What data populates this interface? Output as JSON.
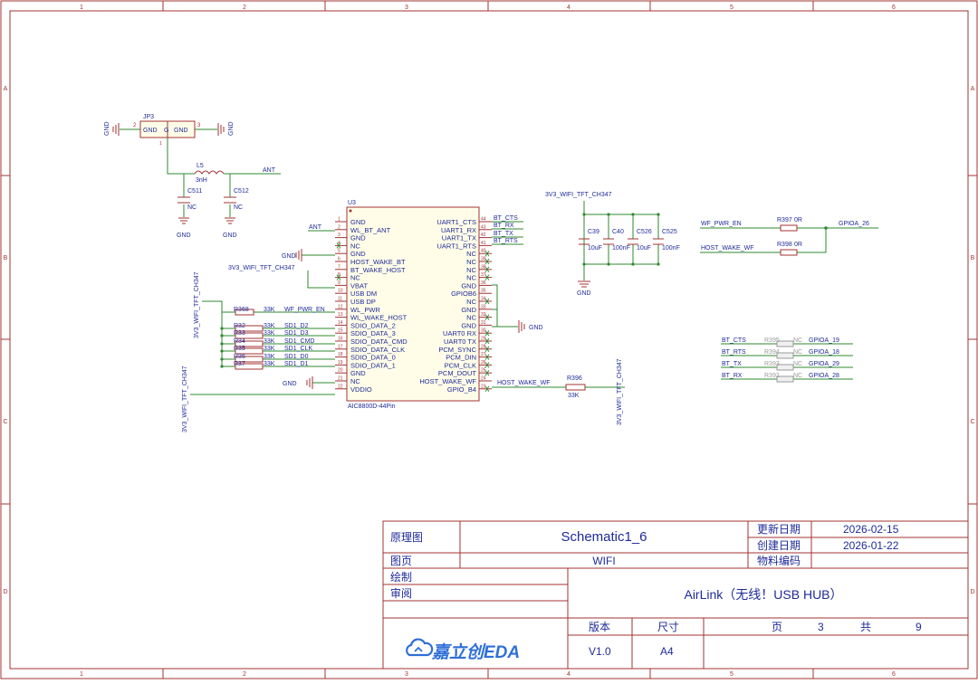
{
  "border": {
    "cols": [
      "1",
      "2",
      "3",
      "4",
      "5",
      "6"
    ],
    "rows": [
      "A",
      "B",
      "C",
      "D"
    ]
  },
  "jp3": {
    "ref": "JP3",
    "pin_left": "2",
    "pin_right": "3",
    "pin_bottom": "1",
    "left_label": "GND",
    "center_label": "G",
    "right_label": "GND",
    "gnd_left": "GND",
    "gnd_right": "GND"
  },
  "antenna": {
    "l5_ref": "L5",
    "l5_val": "3nH",
    "net": "ANT",
    "c511_ref": "C511",
    "c511_val": "NC",
    "c512_ref": "C512",
    "c512_val": "NC",
    "gnd": "GND"
  },
  "u3": {
    "ref": "U3",
    "part": "AIC8800D-44Pin",
    "left_pins": [
      {
        "num": "1",
        "name": "GND"
      },
      {
        "num": "2",
        "name": "WL_BT_ANT"
      },
      {
        "num": "3",
        "name": "GND"
      },
      {
        "num": "4",
        "name": "NC"
      },
      {
        "num": "5",
        "name": "GND"
      },
      {
        "num": "6",
        "name": "HOST_WAKE_BT"
      },
      {
        "num": "7",
        "name": "BT_WAKE_HOST"
      },
      {
        "num": "8",
        "name": "NC"
      },
      {
        "num": "9",
        "name": "VBAT"
      },
      {
        "num": "10",
        "name": "USB DM"
      },
      {
        "num": "11",
        "name": "USB DP"
      },
      {
        "num": "12",
        "name": "WL_PWR"
      },
      {
        "num": "13",
        "name": "WL_WAKE_HOST"
      },
      {
        "num": "14",
        "name": "SDIO_DATA_2"
      },
      {
        "num": "15",
        "name": "SDIO_DATA_3"
      },
      {
        "num": "16",
        "name": "SDIO_DATA_CMD"
      },
      {
        "num": "17",
        "name": "SDIO_DATA_CLK"
      },
      {
        "num": "18",
        "name": "SDIO_DATA_0"
      },
      {
        "num": "19",
        "name": "SDIO_DATA_1"
      },
      {
        "num": "20",
        "name": "GND"
      },
      {
        "num": "21",
        "name": "NC"
      },
      {
        "num": "22",
        "name": "VDDIO"
      }
    ],
    "right_pins": [
      {
        "num": "44",
        "name": "UART1_CTS"
      },
      {
        "num": "43",
        "name": "UART1_RX"
      },
      {
        "num": "42",
        "name": "UART1_TX"
      },
      {
        "num": "41",
        "name": "UART1_RTS"
      },
      {
        "num": "40",
        "name": "NC"
      },
      {
        "num": "39",
        "name": "NC"
      },
      {
        "num": "38",
        "name": "NC"
      },
      {
        "num": "37",
        "name": "NC"
      },
      {
        "num": "36",
        "name": "GND"
      },
      {
        "num": "35",
        "name": "GPIOB6"
      },
      {
        "num": "34",
        "name": "NC"
      },
      {
        "num": "33",
        "name": "GND"
      },
      {
        "num": "32",
        "name": "NC"
      },
      {
        "num": "31",
        "name": "GND"
      },
      {
        "num": "30",
        "name": "UART0 RX"
      },
      {
        "num": "29",
        "name": "UART0 TX"
      },
      {
        "num": "28",
        "name": "PCM_SYNC"
      },
      {
        "num": "27",
        "name": "PCM_DIN"
      },
      {
        "num": "26",
        "name": "PCM_CLK"
      },
      {
        "num": "25",
        "name": "PCM_DOUT"
      },
      {
        "num": "24",
        "name": "HOST_WAKE_WF"
      },
      {
        "num": "23",
        "name": "GPIO_B4"
      }
    ],
    "right_nets": [
      "BT_CTS",
      "BT_RX",
      "BT_TX",
      "BT_RTS"
    ]
  },
  "left_side": {
    "ant_net": "ANT",
    "gnd": "GND",
    "pwr_net": "3V3_WIFI_TFT_CH347",
    "pwr_vertical_1": "3V3_WIFI_TFT_CH347",
    "pwr_vertical_2": "3V3_WIFI_TFT_CH347",
    "r_pwr_ref": "R368",
    "r_pwr_val": "33K",
    "r_pwr_net": "WF_PWR_EN",
    "sd_resistors": [
      {
        "ref": "R32",
        "val": "33K",
        "net": "SD1_D2"
      },
      {
        "ref": "R33",
        "val": "33K",
        "net": "SD1_D3"
      },
      {
        "ref": "R34",
        "val": "33K",
        "net": "SD1_CMD"
      },
      {
        "ref": "R35",
        "val": "33K",
        "net": "SD1_CLK"
      },
      {
        "ref": "R36",
        "val": "33K",
        "net": "SD1_D0"
      },
      {
        "ref": "R37",
        "val": "33K",
        "net": "SD1_D1"
      }
    ]
  },
  "right_side": {
    "gnd": "GND",
    "host_wake_net": "HOST_WAKE_WF",
    "r396_ref": "R396",
    "r396_val": "33K",
    "pwr_vertical": "3V3_WIFI_TFT_CH347"
  },
  "caps": {
    "net": "3V3_WIFI_TFT_CH347",
    "gnd": "GND",
    "items": [
      {
        "ref": "C39",
        "val": "10uF"
      },
      {
        "ref": "C40",
        "val": "100nF"
      },
      {
        "ref": "C526",
        "val": "10uF"
      },
      {
        "ref": "C525",
        "val": "100nF"
      }
    ]
  },
  "gpio_block": {
    "r1_ref": "R397",
    "r1_val": "0R",
    "r1_net": "WF_PWR_EN",
    "r2_ref": "R398",
    "r2_val": "0R",
    "r2_net": "HOST_WAKE_WF",
    "out_net": "GPIOA_26"
  },
  "bt_block": [
    {
      "net": "BT_CTS",
      "ref": "R395",
      "val": "NC",
      "gpio": "GPIOA_19"
    },
    {
      "net": "BT_RTS",
      "ref": "R394",
      "val": "NC",
      "gpio": "GPIOA_18"
    },
    {
      "net": "BT_TX",
      "ref": "R393",
      "val": "NC",
      "gpio": "GPIOA_29"
    },
    {
      "net": "BT_RX",
      "ref": "R392",
      "val": "NC",
      "gpio": "GPIOA_28"
    }
  ],
  "title_block": {
    "label_schematic": "原理图",
    "schematic_name": "Schematic1_6",
    "label_updated": "更新日期",
    "updated": "2026-02-15",
    "label_created": "创建日期",
    "created": "2026-01-22",
    "label_page": "图页",
    "page_name": "WIFI",
    "label_material": "物料编码",
    "label_drawn": "绘制",
    "label_review": "审阅",
    "project": "AirLink（无线！USB HUB）",
    "label_version": "版本",
    "label_size": "尺寸",
    "label_pg": "页",
    "page_num": "3",
    "label_total": "共",
    "total": "9",
    "logo": "嘉立创EDA",
    "version": "V1.0",
    "size": "A4"
  },
  "colors": {
    "border": "#a33333",
    "wire": "#2f8a2f",
    "text": "#1f2b99",
    "part": "#a33333",
    "gray": "#9a9a9a",
    "logo": "#2f6fd8"
  }
}
